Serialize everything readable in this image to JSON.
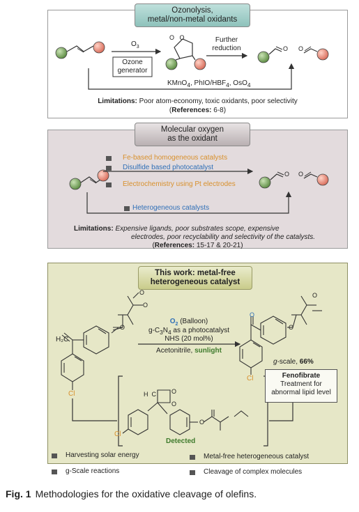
{
  "panel1": {
    "header": "Ozonolysis,\nmetal/non-metal oxidants",
    "reagent": "O",
    "reagent_sub": "3",
    "generator": "Ozone\ngenerator",
    "further": "Further\nreduction",
    "oxidants_html": "KMnO<sub>4</sub>, PhIO/HBF<sub>4</sub>, OsO<sub>4</sub>",
    "limitations_label": "Limitations:",
    "limitations_text": " Poor atom-economy, toxic oxidants, poor selectivity",
    "references_label": "References:",
    "references_text": " 6-8"
  },
  "panel2": {
    "header": "Molecular oxygen\nas the oxidant",
    "items": [
      {
        "label": "Fe-based homogeneous catalysts",
        "color": "#d8902c"
      },
      {
        "label": "Disulfide based photocatalyst",
        "color": "#2f6fb7"
      },
      {
        "label": "Electrochemistry using Pt electrodes",
        "color": "#d8902c"
      },
      {
        "label": "Heterogeneous catalysts",
        "color": "#2f6fb7"
      }
    ],
    "limitations_label": "Limitations:",
    "limitations_line1": " Expensive ligands, poor substrates scope, expensive",
    "limitations_line2": "electrodes, poor recyclability and selectivity of the catalysts.",
    "references_label": "References:",
    "references_text": " 15-17 & 20-21"
  },
  "panel3": {
    "header": "This work: metal-free\nheterogeneous catalyst",
    "cond_o2": "O",
    "cond_o2_sub": "2",
    "cond_balloon": " (Balloon)",
    "cond_cat_html": "g-C<sub>3</sub>N<sub>4</sub> as a photocatalyst",
    "cond_nhs": "NHS (20 mol%)",
    "cond_solvent": "Acetonitrile, ",
    "cond_light": "sunlight",
    "scale_italic": "g",
    "scale_text": "-scale, ",
    "yield": "66%",
    "product_name": "Fenofibrate",
    "product_desc": "Treatment for\nabnormal lipid level",
    "detected": "Detected",
    "features": [
      "Harvesting solar energy",
      "g-Scale reactions",
      "Metal-free heterogeneous catalyst",
      "Cleavage of complex molecules"
    ],
    "atoms": {
      "o": "O",
      "cl": "Cl",
      "h": "H",
      "c": "C",
      "ch2": "H₂C"
    }
  },
  "caption": {
    "label": "Fig. 1",
    "text": "Methodologies for the oxidative cleavage of olefins."
  },
  "colors": {
    "green_sphere": "#6f9a55",
    "red_sphere": "#e88a7a",
    "orange_text": "#d8902c",
    "blue_text": "#2f6fb7",
    "green_text": "#3e7a2c",
    "o2_blue": "#2f6fb7",
    "chlorine": "#d8902c"
  }
}
